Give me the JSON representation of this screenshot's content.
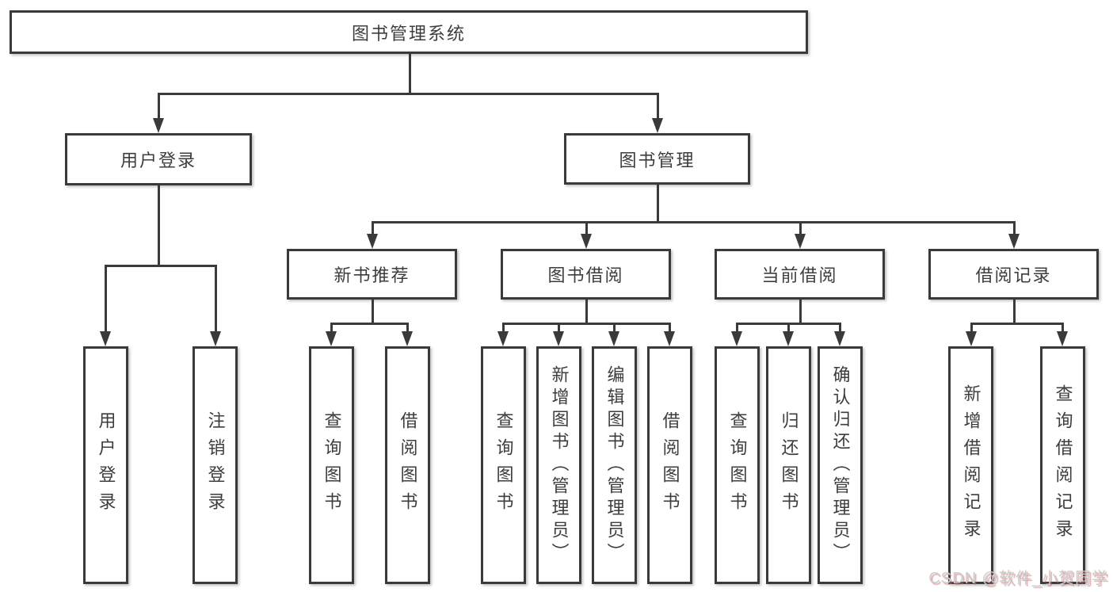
{
  "diagram": {
    "tree": {
      "label": "图书管理系统",
      "children": [
        {
          "label": "用户登录",
          "children": [
            {
              "label": "用户登录"
            },
            {
              "label": "注销登录"
            }
          ]
        },
        {
          "label": "图书管理",
          "children": [
            {
              "label": "新书推荐",
              "children": [
                {
                  "label": "查询图书"
                },
                {
                  "label": "借阅图书"
                }
              ]
            },
            {
              "label": "图书借阅",
              "children": [
                {
                  "label": "查询图书"
                },
                {
                  "label": "新增图书（管理员）"
                },
                {
                  "label": "编辑图书（管理员）"
                },
                {
                  "label": "借阅图书"
                }
              ]
            },
            {
              "label": "当前借阅",
              "children": [
                {
                  "label": "查询图书"
                },
                {
                  "label": "归还图书"
                },
                {
                  "label": "确认归还（管理员）"
                }
              ]
            },
            {
              "label": "借阅记录",
              "children": [
                {
                  "label": "新增借阅记录"
                },
                {
                  "label": "查询借阅记录"
                }
              ]
            }
          ]
        }
      ]
    },
    "watermark": {
      "text": "CSDN @软件_小贺同学"
    },
    "colors": {
      "border": "#3a3a3a",
      "text": "#3d3d3d",
      "line": "#3a3a3a",
      "background": "#ffffff",
      "watermark_gray": "#cbcbcb",
      "watermark_red": "#cd6e6e"
    }
  }
}
